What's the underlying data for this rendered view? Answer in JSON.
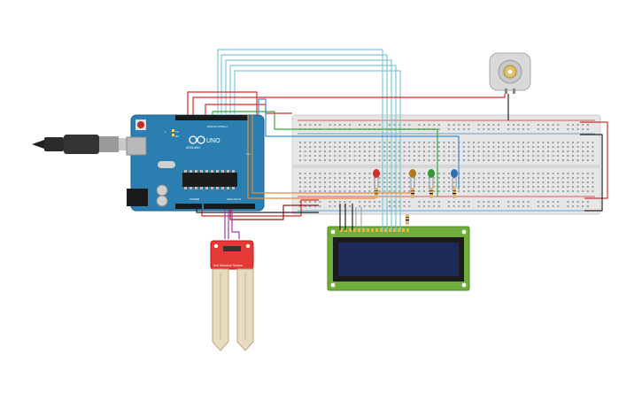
{
  "arduino": {
    "brand": "ARDUINO",
    "model": "UNO",
    "digital_label": "DIGITAL (PWM~)",
    "power_label": "POWER",
    "analog_label": "ANALOG IN",
    "tx_label": "TX",
    "rx_label": "RX",
    "l_label": "L",
    "on_label": "ON"
  },
  "soil_sensor": {
    "label": "Soil Moisture Sensor"
  },
  "colors": {
    "arduino_board": "#2a7fb0",
    "breadboard": "#e6e6e6",
    "lcd_pcb": "#6fae3b",
    "lcd_screen": "#1c2a57",
    "sensor_pcb": "#e53935",
    "wire_red": "#d32f2f",
    "wire_cyan": "#7fc8d6",
    "wire_orange": "#f08a24",
    "wire_green": "#3aa83a",
    "wire_blue": "#3a8fd6",
    "wire_black": "#222222",
    "wire_purple": "#a03aa0",
    "led_red": "#d32f2f",
    "led_yellow": "#b07a1a",
    "led_green": "#2e9b2e",
    "led_blue": "#2f6fb5"
  }
}
